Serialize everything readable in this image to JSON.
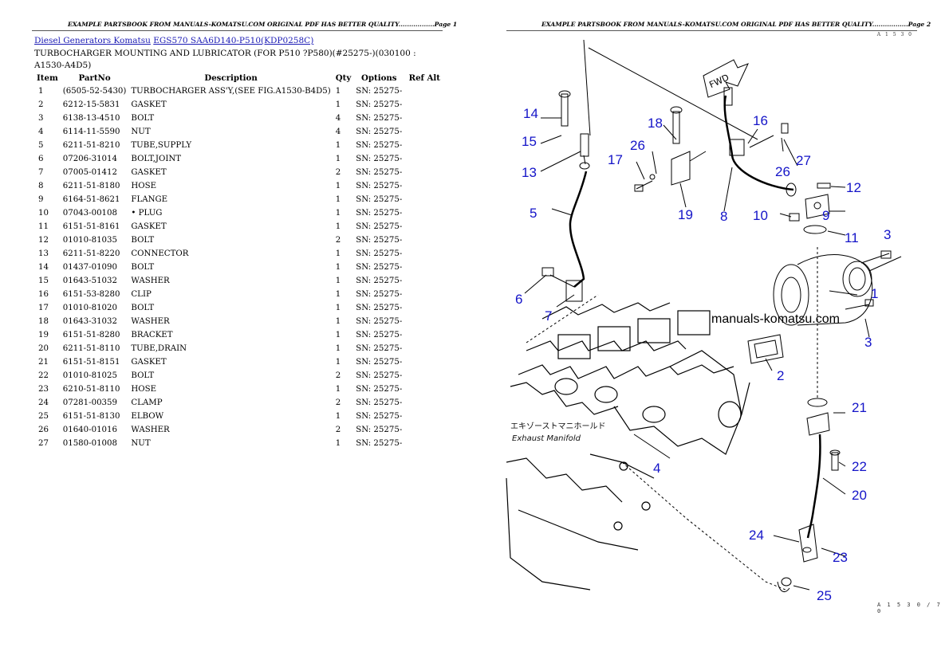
{
  "page1": {
    "header": "EXAMPLE PARTSBOOK FROM MANUALS-KOMATSU.COM ORIGINAL PDF HAS BETTER QUALITY.................Page 1",
    "breadcrumb": {
      "part1": "Diesel Generators Komatsu",
      "separator": " ",
      "part2": "EGS570 SAA6D140-P510(KDP0258C)"
    },
    "title": "TURBOCHARGER MOUNTING AND LUBRICATOR (FOR P510 ?P580)(#25275-)(030100 : A1530-A4D5)",
    "columns": [
      "Item",
      "PartNo",
      "Description",
      "Qty",
      "Options",
      "Ref Alt"
    ],
    "rows": [
      [
        "1",
        "(6505-52-5430)",
        "TURBOCHARGER ASS'Y,(SEE FIG.A1530-B4D5)",
        "1",
        "SN: 25275-",
        ""
      ],
      [
        "2",
        "6212-15-5831",
        "GASKET",
        "1",
        "SN: 25275-",
        ""
      ],
      [
        "3",
        "6138-13-4510",
        "BOLT",
        "4",
        "SN: 25275-",
        ""
      ],
      [
        "4",
        "6114-11-5590",
        "NUT",
        "4",
        "SN: 25275-",
        ""
      ],
      [
        "5",
        "6211-51-8210",
        "TUBE,SUPPLY",
        "1",
        "SN: 25275-",
        ""
      ],
      [
        "6",
        "07206-31014",
        "BOLT,JOINT",
        "1",
        "SN: 25275-",
        ""
      ],
      [
        "7",
        "07005-01412",
        "GASKET",
        "2",
        "SN: 25275-",
        ""
      ],
      [
        "8",
        "6211-51-8180",
        "HOSE",
        "1",
        "SN: 25275-",
        ""
      ],
      [
        "9",
        "6164-51-8621",
        "FLANGE",
        "1",
        "SN: 25275-",
        ""
      ],
      [
        "10",
        "07043-00108",
        "• PLUG",
        "1",
        "SN: 25275-",
        ""
      ],
      [
        "11",
        "6151-51-8161",
        "GASKET",
        "1",
        "SN: 25275-",
        ""
      ],
      [
        "12",
        "01010-81035",
        "BOLT",
        "2",
        "SN: 25275-",
        ""
      ],
      [
        "13",
        "6211-51-8220",
        "CONNECTOR",
        "1",
        "SN: 25275-",
        ""
      ],
      [
        "14",
        "01437-01090",
        "BOLT",
        "1",
        "SN: 25275-",
        ""
      ],
      [
        "15",
        "01643-51032",
        "WASHER",
        "1",
        "SN: 25275-",
        ""
      ],
      [
        "16",
        "6151-53-8280",
        "CLIP",
        "1",
        "SN: 25275-",
        ""
      ],
      [
        "17",
        "01010-81020",
        "BOLT",
        "1",
        "SN: 25275-",
        ""
      ],
      [
        "18",
        "01643-31032",
        "WASHER",
        "1",
        "SN: 25275-",
        ""
      ],
      [
        "19",
        "6151-51-8280",
        "BRACKET",
        "1",
        "SN: 25275-",
        ""
      ],
      [
        "20",
        "6211-51-8110",
        "TUBE,DRAIN",
        "1",
        "SN: 25275-",
        ""
      ],
      [
        "21",
        "6151-51-8151",
        "GASKET",
        "1",
        "SN: 25275-",
        ""
      ],
      [
        "22",
        "01010-81025",
        "BOLT",
        "2",
        "SN: 25275-",
        ""
      ],
      [
        "23",
        "6210-51-8110",
        "HOSE",
        "1",
        "SN: 25275-",
        ""
      ],
      [
        "24",
        "07281-00359",
        "CLAMP",
        "2",
        "SN: 25275-",
        ""
      ],
      [
        "25",
        "6151-51-8130",
        "ELBOW",
        "1",
        "SN: 25275-",
        ""
      ],
      [
        "26",
        "01640-01016",
        "WASHER",
        "2",
        "SN: 25275-",
        ""
      ],
      [
        "27",
        "01580-01008",
        "NUT",
        "1",
        "SN: 25275-",
        ""
      ]
    ]
  },
  "page2": {
    "header": "EXAMPLE PARTSBOOK FROM MANUALS-KOMATSU.COM ORIGINAL PDF HAS BETTER QUALITY.................Page 2",
    "diagram": {
      "fwd_label": "FWD",
      "watermark": "manuals-komatsu.com",
      "exhaust_jp": "エキゾーストマニホールド",
      "exhaust_en": "Exhaust Manifold",
      "code_top": "A 1 5 3 0",
      "code_bottom": "A 1 5 3 0 / 7 0",
      "callouts": [
        "1",
        "2",
        "3",
        "3",
        "4",
        "5",
        "6",
        "7",
        "8",
        "9",
        "10",
        "11",
        "12",
        "13",
        "14",
        "15",
        "16",
        "17",
        "18",
        "19",
        "20",
        "21",
        "22",
        "23",
        "24",
        "25",
        "26",
        "26",
        "27"
      ]
    }
  },
  "colors": {
    "link": "#1a1ab4",
    "callout": "#1414c8",
    "text": "#000000"
  }
}
